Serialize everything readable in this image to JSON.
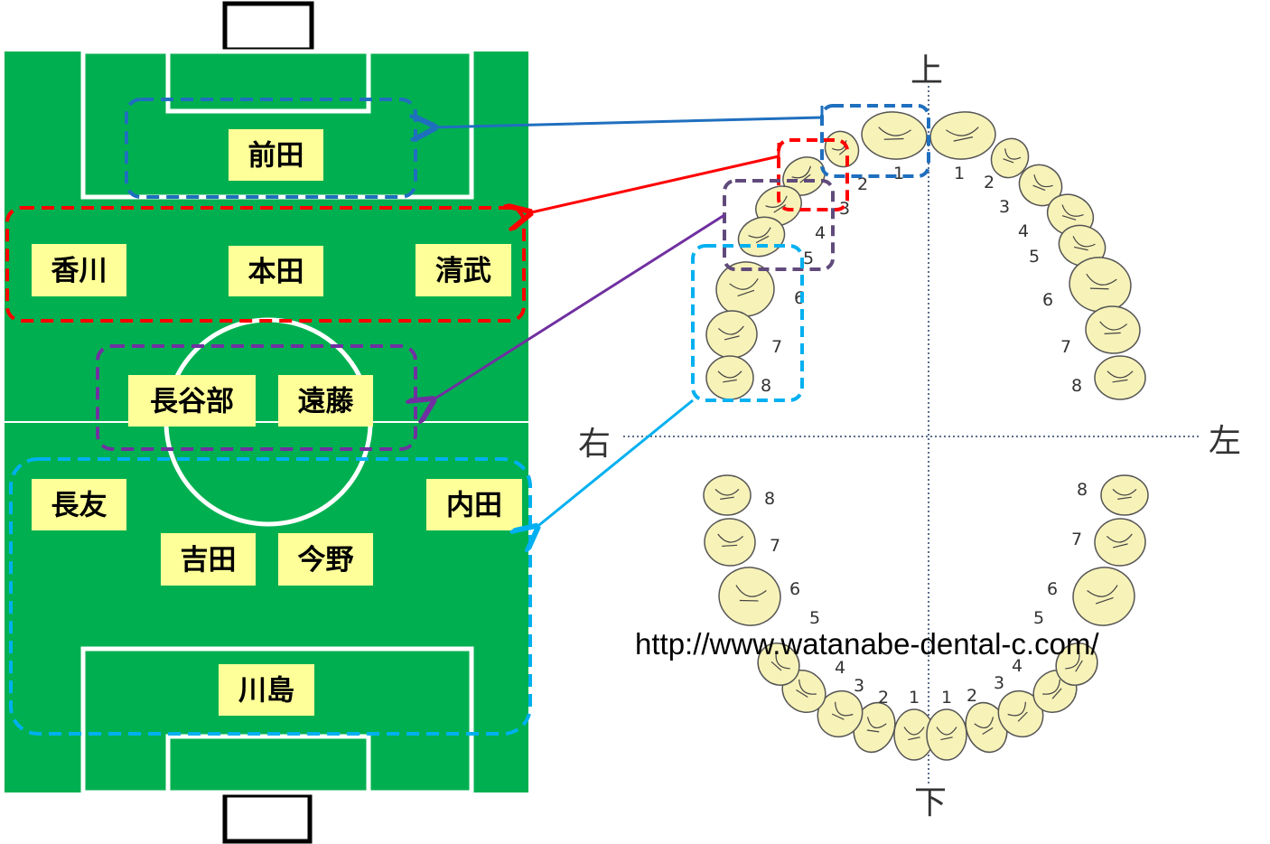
{
  "field": {
    "players": [
      {
        "id": "maeda",
        "name": "前田"
      },
      {
        "id": "kagawa",
        "name": "香川"
      },
      {
        "id": "honda",
        "name": "本田"
      },
      {
        "id": "kiyotake",
        "name": "清武"
      },
      {
        "id": "hasebe",
        "name": "長谷部"
      },
      {
        "id": "endo",
        "name": "遠藤"
      },
      {
        "id": "nagatomo",
        "name": "長友"
      },
      {
        "id": "uchida",
        "name": "内田"
      },
      {
        "id": "yoshida",
        "name": "吉田"
      },
      {
        "id": "konno",
        "name": "今野"
      },
      {
        "id": "kawashima",
        "name": "川島"
      }
    ]
  },
  "teeth": {
    "directions": {
      "up": "上",
      "down": "下",
      "right": "右",
      "left": "左"
    },
    "upper_right_numbers": [
      "1",
      "2",
      "3",
      "4",
      "5",
      "6",
      "7",
      "8"
    ],
    "upper_left_numbers": [
      "1",
      "2",
      "3",
      "4",
      "5",
      "6",
      "7",
      "8"
    ],
    "lower_right_numbers": [
      "1",
      "2",
      "3",
      "4",
      "5",
      "6",
      "7",
      "8"
    ],
    "lower_left_numbers": [
      "1",
      "2",
      "3",
      "4",
      "5",
      "6",
      "7",
      "8"
    ],
    "url": "http://www.watanabe-dental-c.com/"
  },
  "colors": {
    "field": "#00b050",
    "label": "#ffff99",
    "blue": "#1f6fbf",
    "red": "#ff0000",
    "purple": "#7030a0",
    "lightblue": "#00b0f0",
    "tooth": "#f7f2b8"
  }
}
